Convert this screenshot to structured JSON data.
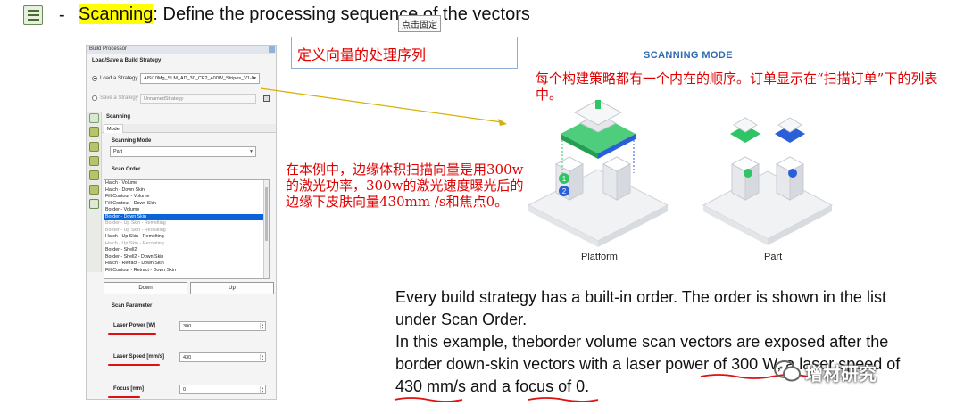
{
  "header": {
    "dash": "-",
    "keyword": "Scanning",
    "rest": ": Define the processing sequence of the vectors",
    "tooltip": "点击固定"
  },
  "build_processor": {
    "window_title": "Build Processor",
    "section_load_save": "Load/Save a Build Strategy",
    "load_label": "Load a Strategy",
    "load_value": "AlSi10Mg_SLM_AD_30_CE2_400W_Stripes_V1-0",
    "save_label": "Save a Strategy",
    "save_value": "UnnamedStrategy",
    "panel_title": "Scanning",
    "tab_mode": "Mode",
    "scanning_mode_label": "Scanning Mode",
    "scanning_mode_value": "Part",
    "scan_order_label": "Scan Order",
    "scan_order": [
      {
        "label": "Hatch - Volume",
        "state": "normal"
      },
      {
        "label": "Hatch - Down Skin",
        "state": "normal"
      },
      {
        "label": "Fill Contour - Volume",
        "state": "normal"
      },
      {
        "label": "Fill Contour - Down Skin",
        "state": "normal"
      },
      {
        "label": "Border - Volume",
        "state": "normal"
      },
      {
        "label": "Border - Down Skin",
        "state": "selected"
      },
      {
        "label": "Border - Up Skin - Remelting",
        "state": "disabled"
      },
      {
        "label": "Border - Up Skin - Recoating",
        "state": "disabled"
      },
      {
        "label": "Hatch - Up Skin - Remelting",
        "state": "normal"
      },
      {
        "label": "Hatch - Up Skin - Recoating",
        "state": "disabled"
      },
      {
        "label": "Border - Shell2",
        "state": "normal"
      },
      {
        "label": "Border - Shell2 - Down Skin",
        "state": "normal"
      },
      {
        "label": "Hatch - Retract - Down Skin",
        "state": "normal"
      },
      {
        "label": "Fill Contour - Retract - Down Skin",
        "state": "normal"
      }
    ],
    "down_button": "Down",
    "up_button": "Up",
    "scan_parameter_label": "Scan Parameter",
    "laser_power_label": "Laser Power [W]",
    "laser_power_value": "300",
    "laser_speed_label": "Laser Speed [mm/s]",
    "laser_speed_value": "430",
    "focus_label": "Focus [mm]",
    "focus_value": "0"
  },
  "callouts": {
    "define_sequence": "定义向量的处理序列",
    "builtin_order": "每个构建策略都有一个内在的顺序。订单显示在“扫描订单”下的列表中。",
    "example_cn": "在本例中，边缘体积扫描向量是用300w的激光功率，300w的激光速度曝光后的边缘下皮肤向量430mm /s和焦点0。"
  },
  "diagram": {
    "title": "SCANNING MODE",
    "platform_caption": "Platform",
    "part_caption": "Part",
    "badge_1": "1",
    "badge_2": "2"
  },
  "english": {
    "line1": "Every build strategy has a built-in order. The order is shown in the list",
    "line2": "under Scan Order.",
    "line3": "In this example, theborder volume scan vectors are exposed after the",
    "line4": "border down-skin vectors with a laser power of 300 W, a laser speed of",
    "line5": "430 mm/s and a focus of 0."
  },
  "watermark": "增材研究",
  "colors": {
    "highlight": "#ffff00",
    "callout_red": "#e00000",
    "selection_blue": "#0a64d8",
    "diagram_title_blue": "#2e6ab0",
    "scan_green": "#2fc466",
    "scan_blue": "#2a5fd8"
  }
}
